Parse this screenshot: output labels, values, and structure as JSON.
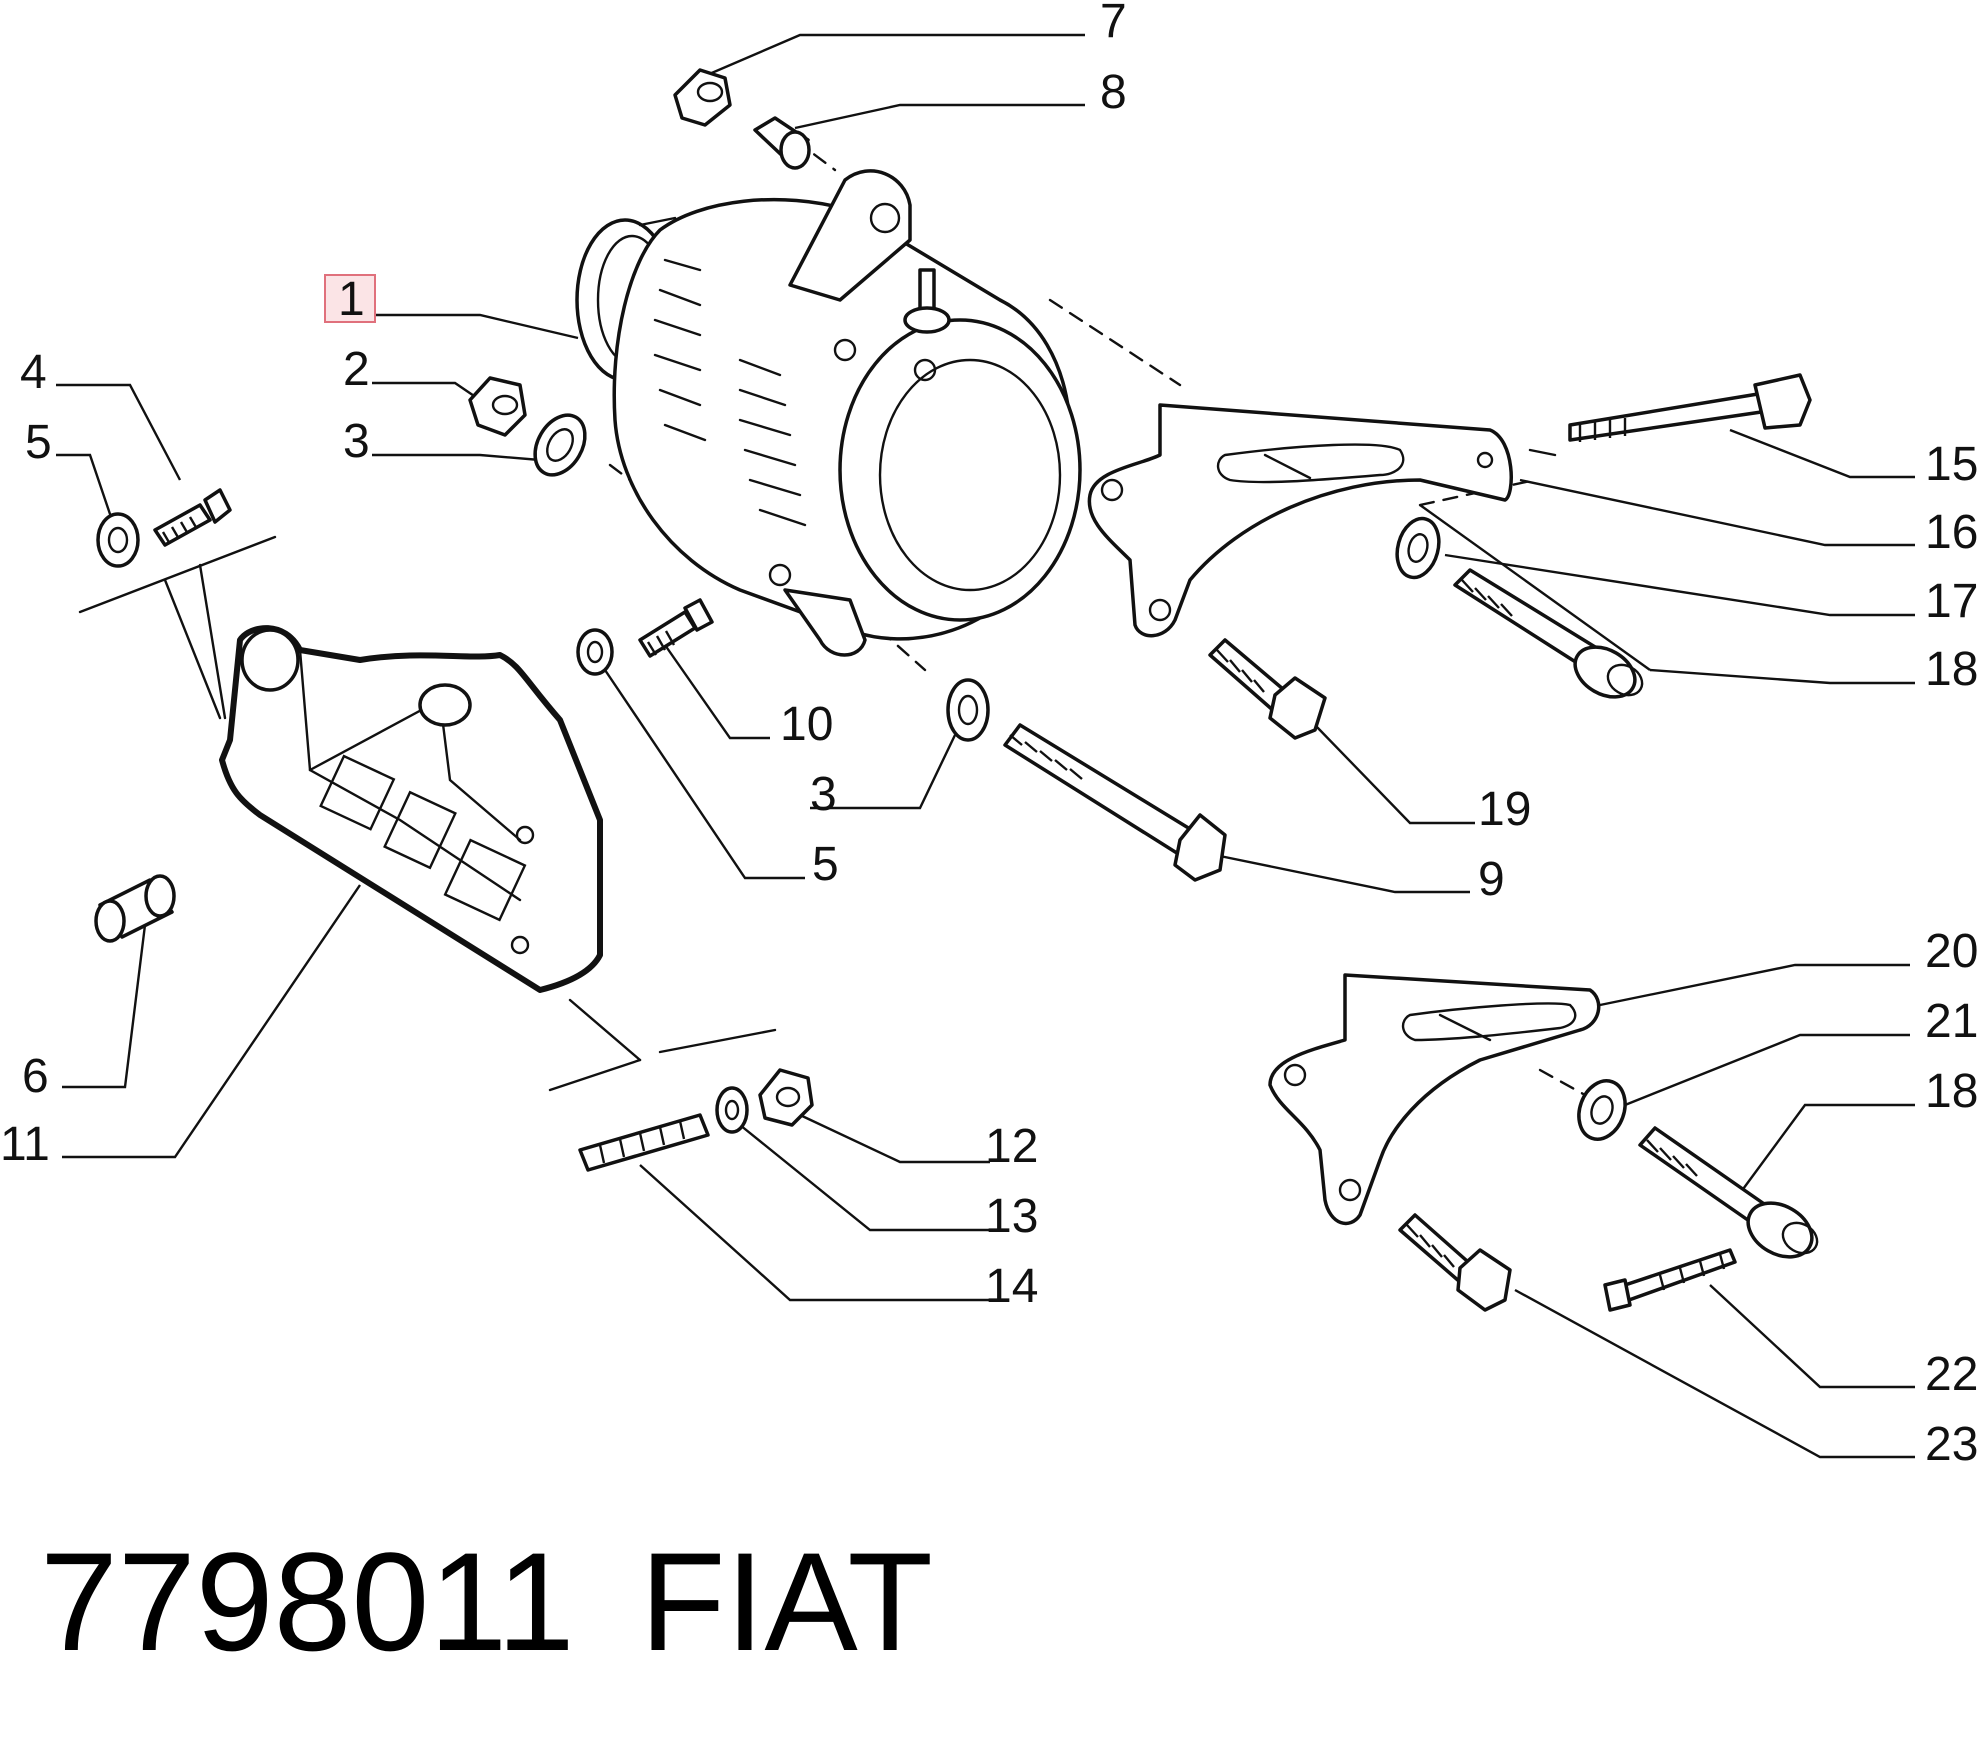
{
  "callouts": {
    "c1": "1",
    "c2": "2",
    "c3a": "3",
    "c3b": "3",
    "c4": "4",
    "c5a": "5",
    "c5b": "5",
    "c6": "6",
    "c7": "7",
    "c8": "8",
    "c9": "9",
    "c10": "10",
    "c11": "11",
    "c12": "12",
    "c13": "13",
    "c14": "14",
    "c15": "15",
    "c16": "16",
    "c17": "17",
    "c18a": "18",
    "c18b": "18",
    "c19": "19",
    "c20": "20",
    "c21": "21",
    "c22": "22",
    "c23": "23"
  },
  "highlighted_callout": "1",
  "footer": {
    "part_number": "7798011",
    "brand": "FIAT"
  }
}
